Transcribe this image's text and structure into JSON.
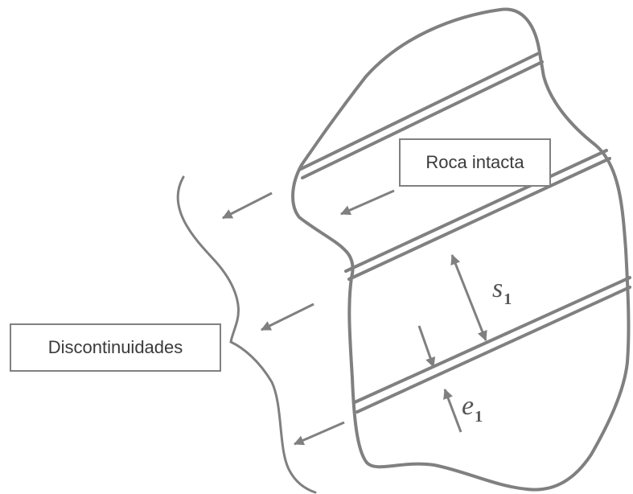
{
  "diagram": {
    "labels": {
      "intact_rock": "Roca intacta",
      "discontinuities": "Discontinuidades"
    },
    "spacing_symbol": {
      "base": "s",
      "subscript": "1"
    },
    "aperture_symbol": {
      "base": "e",
      "subscript": "1"
    },
    "colors": {
      "stroke": "#808080",
      "text": "#3a3a3a"
    }
  }
}
